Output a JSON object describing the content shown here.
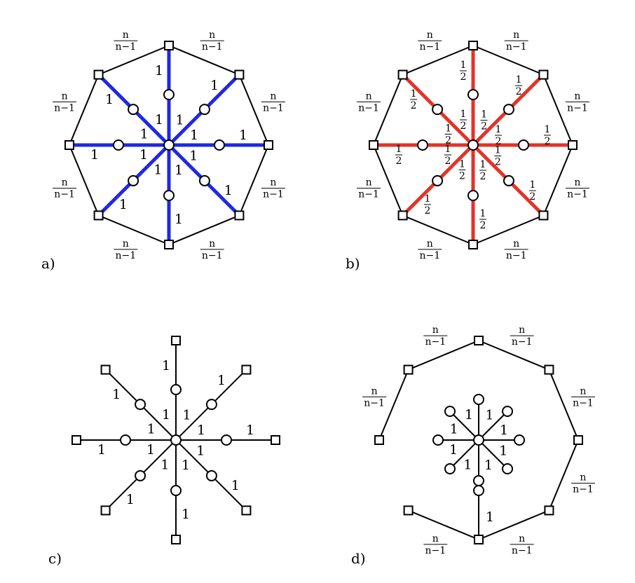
{
  "panels": [
    {
      "label": "a)",
      "spoke_color": "#1e28e6",
      "inner_labels": [
        "1",
        "1"
      ],
      "outer_labels": [
        "1",
        "1"
      ],
      "ring_label": {
        "num": "n",
        "den": "n−1"
      },
      "ring": "closed"
    },
    {
      "label": "b)",
      "spoke_color": "#e53228",
      "inner_labels": [
        {
          "num": "1",
          "den": "2"
        },
        {
          "num": "1",
          "den": "2"
        }
      ],
      "outer_labels": [
        {
          "num": "1",
          "den": "2"
        },
        {
          "num": "1",
          "den": "2"
        }
      ],
      "ring_label": {
        "num": "n",
        "den": "n−1"
      },
      "ring": "closed"
    },
    {
      "label": "c)",
      "spoke_color": "#000000",
      "inner_labels": [
        "1",
        "1"
      ],
      "outer_labels": [
        "1",
        "1"
      ],
      "ring": "none"
    },
    {
      "label": "d)",
      "spoke_color": "#000000",
      "inner_labels": [
        "1"
      ],
      "outer_labels": [
        "1"
      ],
      "ring_label": {
        "num": "n",
        "den": "n−1"
      },
      "ring": "open"
    }
  ]
}
